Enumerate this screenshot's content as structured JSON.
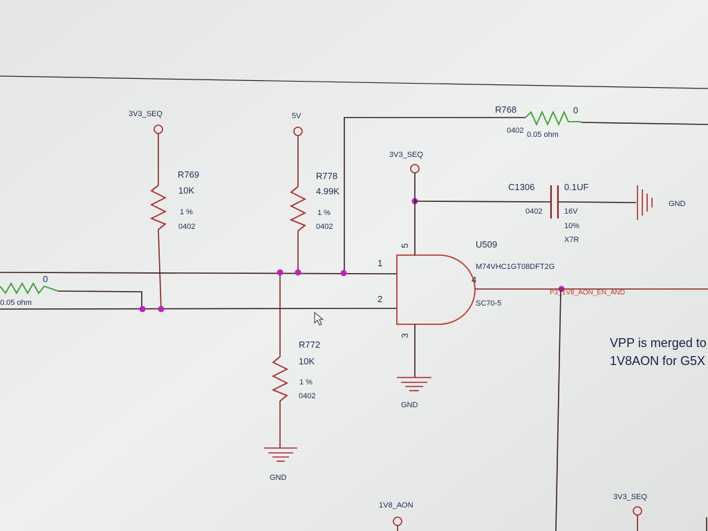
{
  "components": {
    "r769": {
      "ref": "R769",
      "value": "10K",
      "tolerance": "1 %",
      "package": "0402"
    },
    "r778": {
      "ref": "R778",
      "value": "4.99K",
      "tolerance": "1 %",
      "package": "0402"
    },
    "r772": {
      "ref": "R772",
      "value": "10K",
      "tolerance": "1 %",
      "package": "0402"
    },
    "r768": {
      "ref": "R768",
      "value": "0",
      "package": "0402",
      "ohm": "0.05 ohm"
    },
    "r_left": {
      "value": "0",
      "ohm": "0.05 ohm"
    },
    "c1306": {
      "ref": "C1306",
      "value": "0.1UF",
      "package": "0402",
      "voltage": "16V",
      "tolerance": "10%",
      "dielectric": "X7R"
    },
    "u509": {
      "ref": "U509",
      "part": "M74VHC1GT08DFT2G",
      "package": "SC70-5",
      "pins": [
        "1",
        "2",
        "3",
        "4",
        "5"
      ]
    }
  },
  "nets": {
    "pwr_3v3_a": "3V3_SEQ",
    "pwr_5v": "5V",
    "pwr_3v3_b": "3V3_SEQ",
    "pwr_1v8": "1V8_AON",
    "pwr_3v3_c": "3V3_SEQ",
    "gnd_c": "GND",
    "gnd_u": "GND",
    "gnd_r": "GND",
    "out_net": "P3_1V8_AON_EN_AND"
  },
  "note": {
    "line1": "VPP is merged to",
    "line2": "1V8AON for G5X"
  },
  "colors": {
    "wire": "#8a2020",
    "junction": "#c020c0",
    "gate": "#c0392b",
    "resistor_ohm": "#3aa030",
    "label": "#1e2a55"
  }
}
